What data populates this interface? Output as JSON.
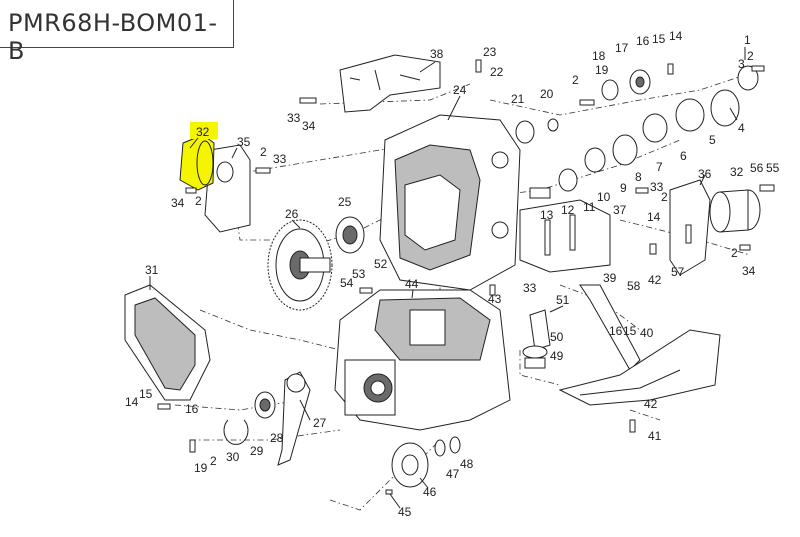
{
  "drawing": {
    "code": "PMR68H-BOM01-B",
    "highlight_color": "#f5f500",
    "highlighted_part": "32",
    "labels": [
      "1",
      "2",
      "3",
      "4",
      "5",
      "6",
      "7",
      "8",
      "9",
      "10",
      "11",
      "12",
      "13",
      "14",
      "15",
      "16",
      "17",
      "18",
      "19",
      "20",
      "21",
      "22",
      "23",
      "24",
      "25",
      "26",
      "27",
      "28",
      "29",
      "30",
      "31",
      "32",
      "33",
      "34",
      "35",
      "36",
      "37",
      "38",
      "39",
      "40",
      "41",
      "42",
      "43",
      "44",
      "45",
      "46",
      "47",
      "48",
      "49",
      "50",
      "51",
      "52",
      "53",
      "54",
      "55",
      "56",
      "57",
      "58"
    ],
    "callouts": [
      {
        "id": "c32h",
        "text": "32"
      },
      {
        "id": "c35",
        "text": "35"
      },
      {
        "id": "c2a",
        "text": "2"
      },
      {
        "id": "c33a",
        "text": "33"
      },
      {
        "id": "c34a",
        "text": "34"
      },
      {
        "id": "c2b",
        "text": "2"
      },
      {
        "id": "c38",
        "text": "38"
      },
      {
        "id": "c23",
        "text": "23"
      },
      {
        "id": "c22",
        "text": "22"
      },
      {
        "id": "c24",
        "text": "24"
      },
      {
        "id": "c33b",
        "text": "33"
      },
      {
        "id": "c34b",
        "text": "34"
      },
      {
        "id": "c21",
        "text": "21"
      },
      {
        "id": "c20",
        "text": "20"
      },
      {
        "id": "c2c",
        "text": "2"
      },
      {
        "id": "c19a",
        "text": "19"
      },
      {
        "id": "c18",
        "text": "18"
      },
      {
        "id": "c17",
        "text": "17"
      },
      {
        "id": "c16a",
        "text": "16"
      },
      {
        "id": "c15a",
        "text": "15"
      },
      {
        "id": "c14a",
        "text": "14"
      },
      {
        "id": "c1",
        "text": "1"
      },
      {
        "id": "c2d",
        "text": "2"
      },
      {
        "id": "c3",
        "text": "3"
      },
      {
        "id": "c4",
        "text": "4"
      },
      {
        "id": "c5",
        "text": "5"
      },
      {
        "id": "c6",
        "text": "6"
      },
      {
        "id": "c7",
        "text": "7"
      },
      {
        "id": "c8",
        "text": "8"
      },
      {
        "id": "c9",
        "text": "9"
      },
      {
        "id": "c10",
        "text": "10"
      },
      {
        "id": "c11",
        "text": "11"
      },
      {
        "id": "c12",
        "text": "12"
      },
      {
        "id": "c13",
        "text": "13"
      },
      {
        "id": "c37",
        "text": "37"
      },
      {
        "id": "c14b",
        "text": "14"
      },
      {
        "id": "c33c",
        "text": "33"
      },
      {
        "id": "c2e",
        "text": "2"
      },
      {
        "id": "c36",
        "text": "36"
      },
      {
        "id": "c32b",
        "text": "32"
      },
      {
        "id": "c56",
        "text": "56"
      },
      {
        "id": "c55",
        "text": "55"
      },
      {
        "id": "c2f",
        "text": "2"
      },
      {
        "id": "c34c",
        "text": "34"
      },
      {
        "id": "c57",
        "text": "57"
      },
      {
        "id": "c42a",
        "text": "42"
      },
      {
        "id": "c58",
        "text": "58"
      },
      {
        "id": "c39",
        "text": "39"
      },
      {
        "id": "c16b",
        "text": "16"
      },
      {
        "id": "c15b",
        "text": "15"
      },
      {
        "id": "c40",
        "text": "40"
      },
      {
        "id": "c26",
        "text": "26"
      },
      {
        "id": "c25",
        "text": "25"
      },
      {
        "id": "c31",
        "text": "31"
      },
      {
        "id": "c53",
        "text": "53"
      },
      {
        "id": "c52",
        "text": "52"
      },
      {
        "id": "c54",
        "text": "54"
      },
      {
        "id": "c44",
        "text": "44"
      },
      {
        "id": "c43",
        "text": "43"
      },
      {
        "id": "c33d",
        "text": "33"
      },
      {
        "id": "c51",
        "text": "51"
      },
      {
        "id": "c50",
        "text": "50"
      },
      {
        "id": "c49",
        "text": "49"
      },
      {
        "id": "c15c",
        "text": "15"
      },
      {
        "id": "c14c",
        "text": "14"
      },
      {
        "id": "c16c",
        "text": "16"
      },
      {
        "id": "c27",
        "text": "27"
      },
      {
        "id": "c28",
        "text": "28"
      },
      {
        "id": "c29",
        "text": "29"
      },
      {
        "id": "c30",
        "text": "30"
      },
      {
        "id": "c2g",
        "text": "2"
      },
      {
        "id": "c19b",
        "text": "19"
      },
      {
        "id": "c47",
        "text": "47"
      },
      {
        "id": "c48",
        "text": "48"
      },
      {
        "id": "c46",
        "text": "46"
      },
      {
        "id": "c45",
        "text": "45"
      },
      {
        "id": "c42b",
        "text": "42"
      },
      {
        "id": "c41",
        "text": "41"
      }
    ]
  }
}
